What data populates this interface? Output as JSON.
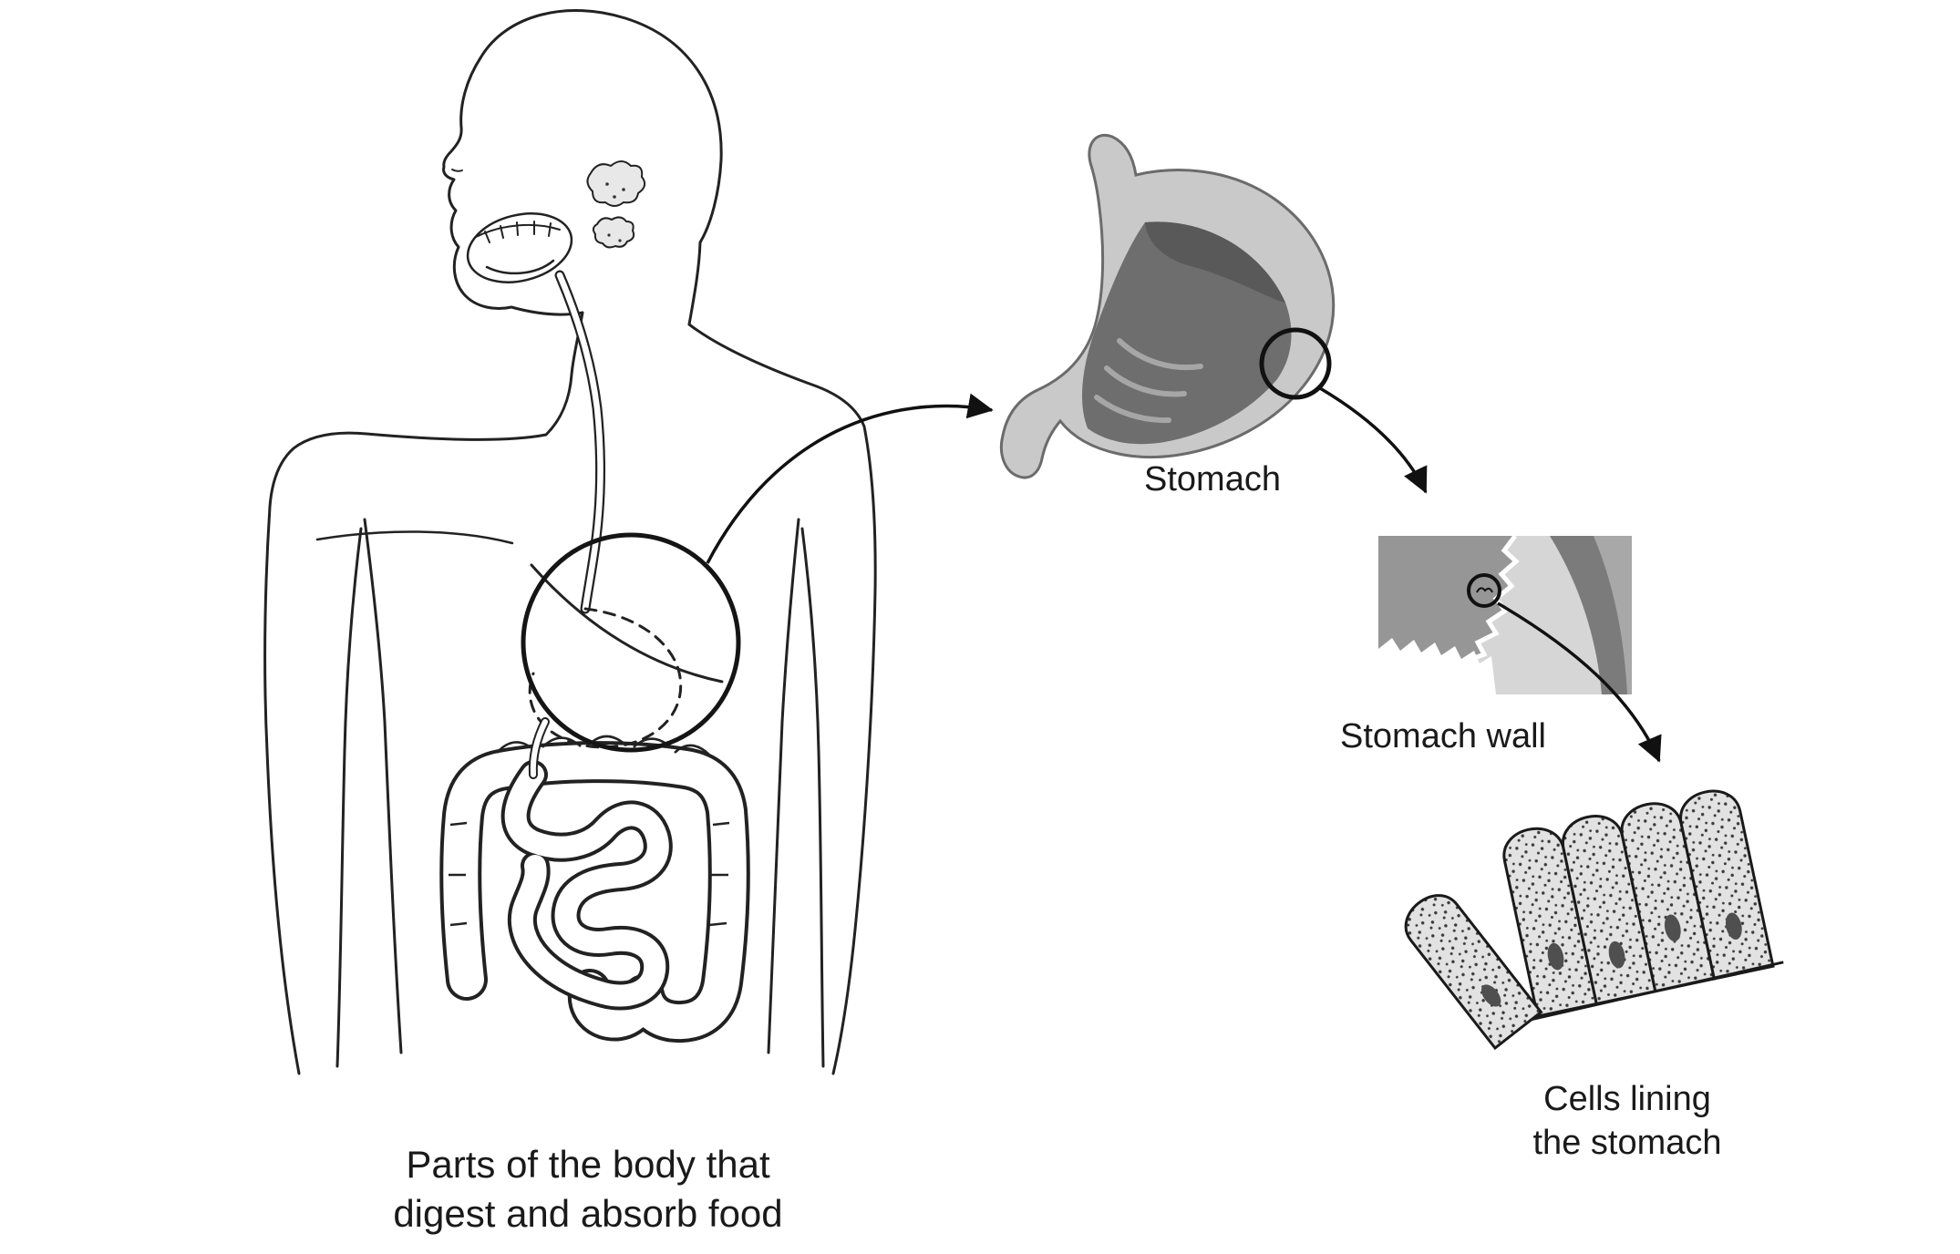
{
  "diagram": {
    "caption": {
      "line1": "Parts of the body that",
      "line2": "digest and absorb food"
    },
    "labels": {
      "stomach": "Stomach",
      "stomach_wall": "Stomach wall",
      "cells_line1": "Cells lining",
      "cells_line2": "the stomach"
    },
    "colors": {
      "ink": "#1a1a1a",
      "outline": "#222222",
      "stomach_outer": "#c9c9c9",
      "stomach_interior": "#6e6e6e",
      "stomach_interior_dark": "#595959",
      "rugae": "#a6a6a6",
      "wall_mucosa": "#969696",
      "wall_submucosa": "#d6d6d6",
      "wall_muscle": "#7b7b7b",
      "wall_serosa": "#a8a8a8",
      "lumen": "#ffffff",
      "cell_fill": "#e2e2e2",
      "nucleus": "#4f4f4f"
    }
  }
}
